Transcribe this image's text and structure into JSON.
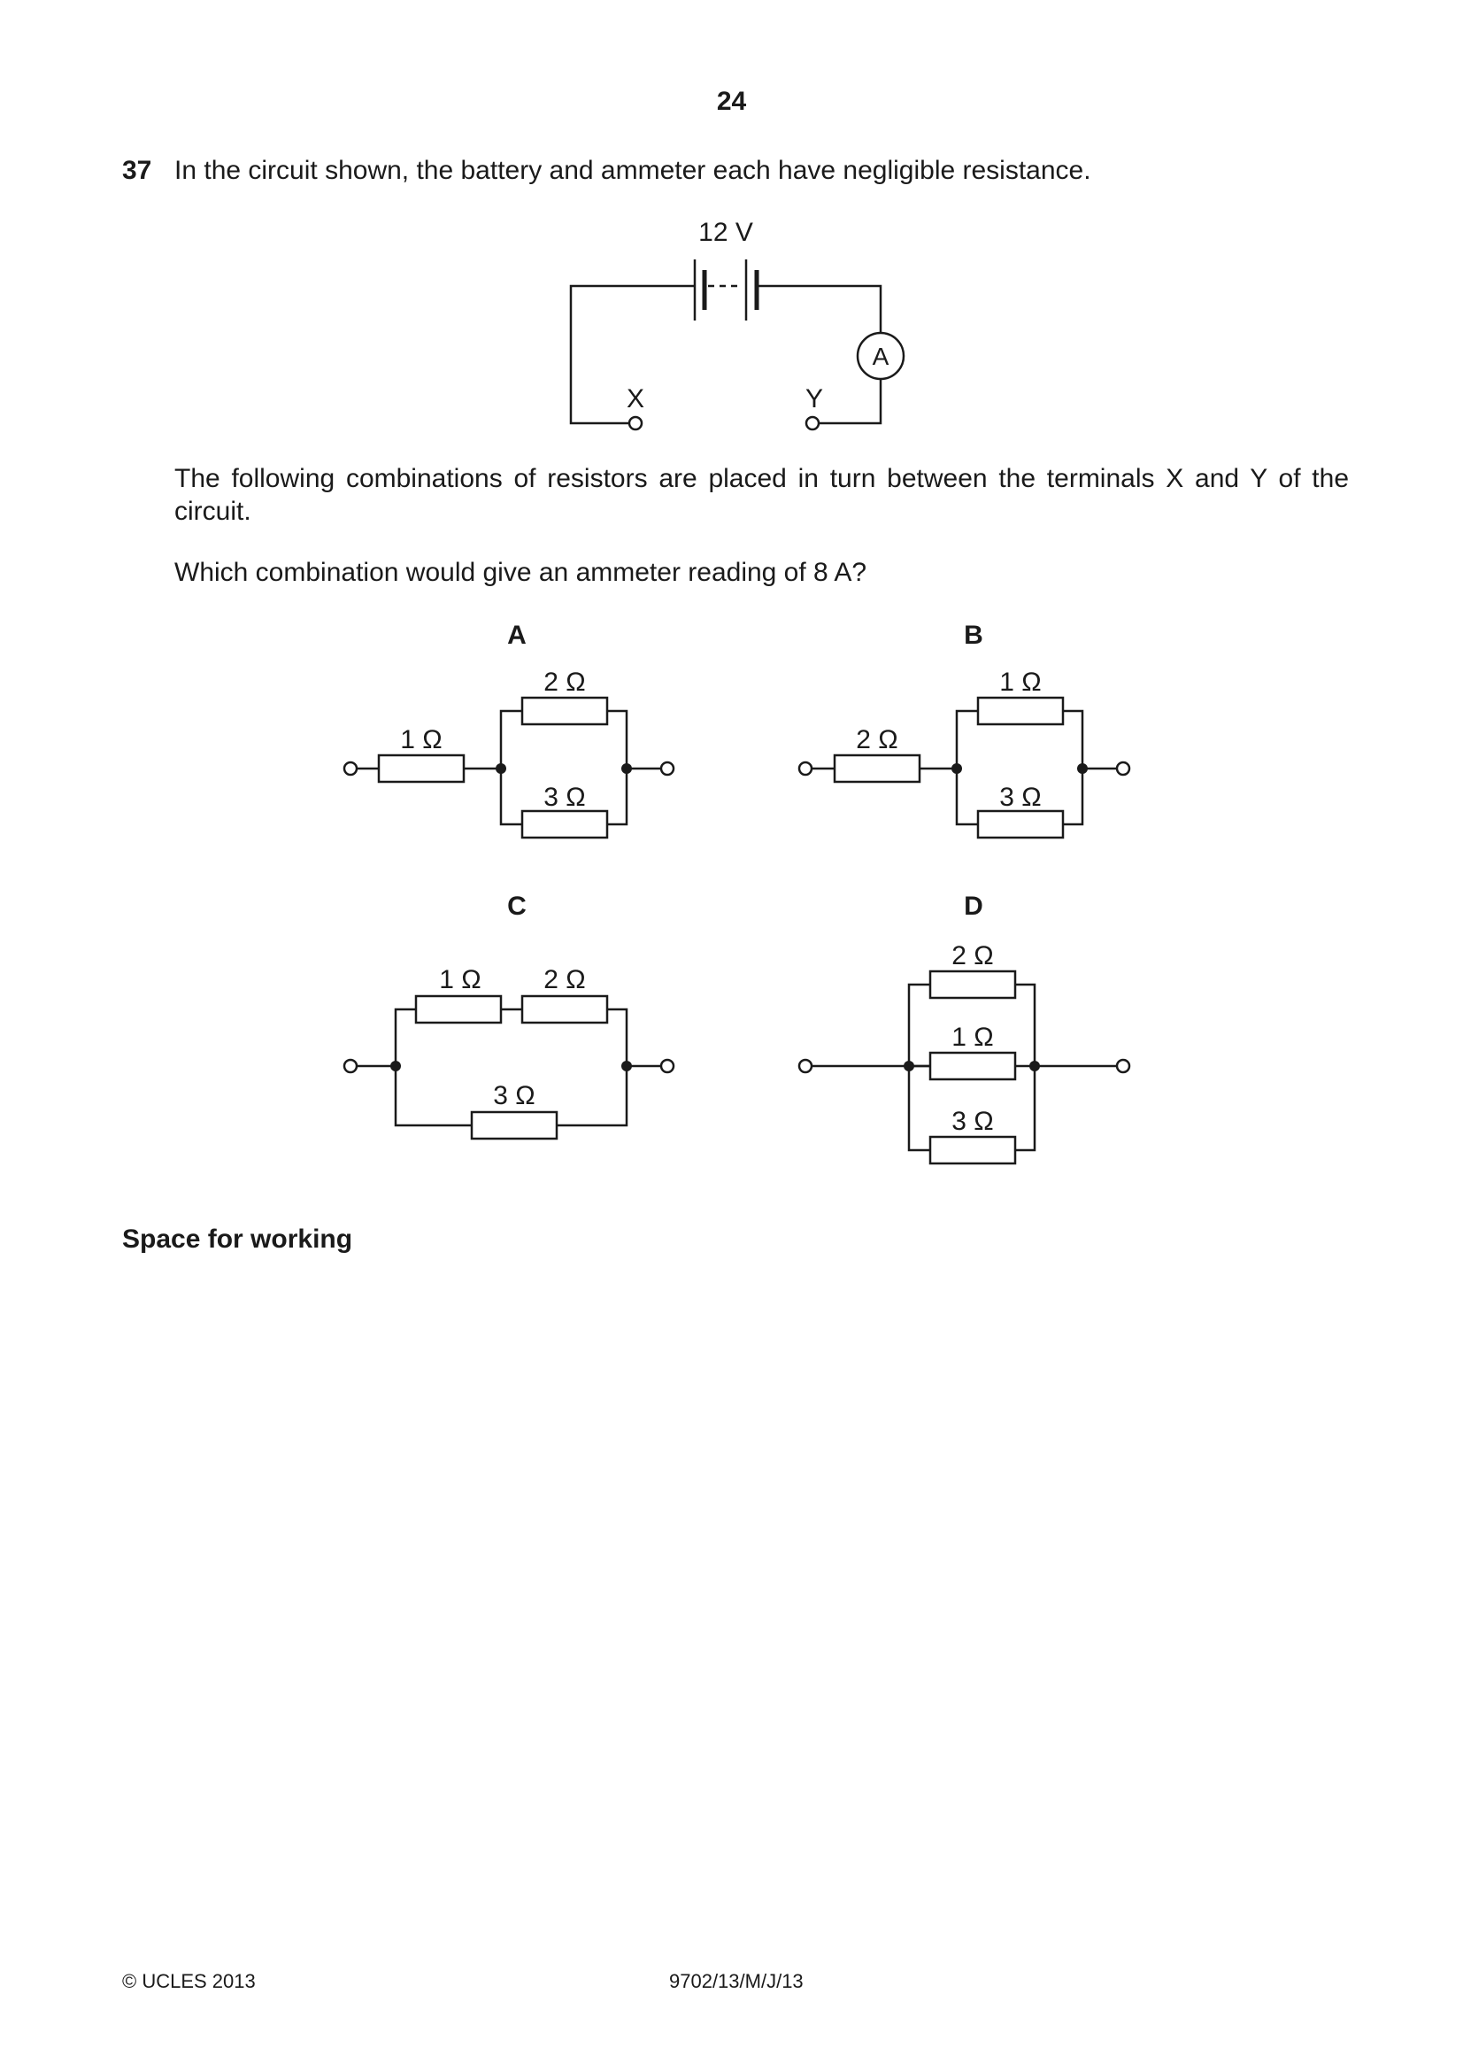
{
  "page_number": "24",
  "question": {
    "number": "37",
    "intro": "In the circuit shown, the battery and ammeter each have negligible resistance.",
    "para1": "The following combinations of resistors are placed in turn between the terminals X and Y of the circuit.",
    "para2": "Which combination would give an ammeter reading of 8 A?"
  },
  "main_circuit": {
    "emf": "12 V",
    "meter": "A",
    "terminal_x": "X",
    "terminal_y": "Y"
  },
  "options": {
    "A": {
      "label": "A",
      "series": "1 Ω",
      "top": "2 Ω",
      "bottom": "3 Ω"
    },
    "B": {
      "label": "B",
      "series": "2 Ω",
      "top": "1 Ω",
      "bottom": "3 Ω"
    },
    "C": {
      "label": "C",
      "top_left": "1 Ω",
      "top_right": "2 Ω",
      "bottom": "3 Ω"
    },
    "D": {
      "label": "D",
      "top": "2 Ω",
      "middle": "1 Ω",
      "bottom": "3 Ω"
    }
  },
  "space_for_working": "Space for working",
  "footer": {
    "copyright": "© UCLES 2013",
    "code": "9702/13/M/J/13"
  }
}
